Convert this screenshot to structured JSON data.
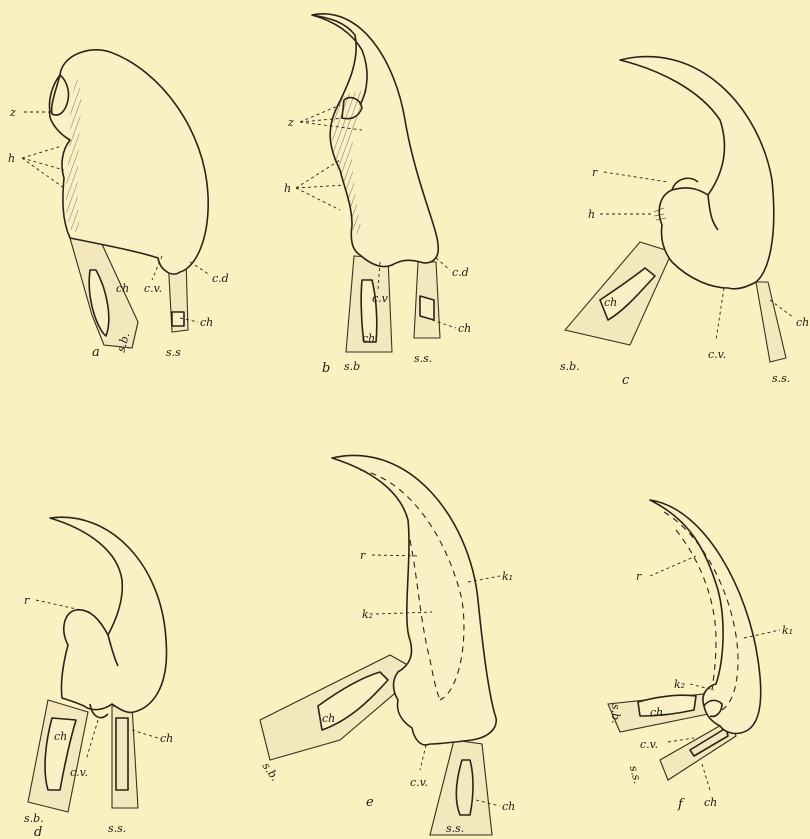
{
  "labels": {
    "z": "z",
    "h": "h",
    "r": "r",
    "ch": "ch",
    "cv": "c.v.",
    "cv_b": "c.v",
    "cd": "c.d",
    "sb": "s.b.",
    "sb_b": "s.b",
    "ss": "s.s",
    "ss_c": "s.s.",
    "k1": "k₁",
    "k2": "k₂"
  },
  "panels": {
    "a": "a",
    "b": "b",
    "c": "c",
    "d": "d",
    "e": "e",
    "f": "f"
  }
}
